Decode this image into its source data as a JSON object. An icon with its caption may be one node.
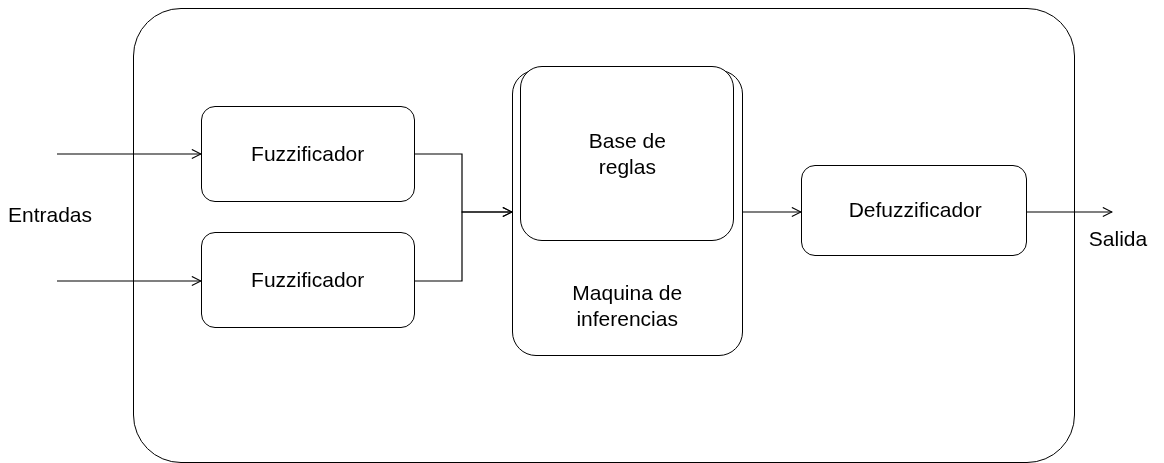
{
  "diagram": {
    "nodes": [
      {
        "text": [],
        "shape": "box"
      },
      {
        "text": [
          "Fuzzificador"
        ],
        "in": 0
      },
      {
        "text": [
          "Fuzzificador"
        ],
        "in": 0
      },
      {
        "text": [
          "Maquina de inferencias"
        ],
        "in": 0
      },
      {
        "text": [
          "Base de reglas"
        ],
        "in": 3
      },
      {
        "text": [
          "Defuzzificador"
        ],
        "in": 0
      },
      {
        "text": [
          "Salida"
        ]
      }
    ],
    "edges": [
      {
        "from": null,
        "to": 1,
        "arrow": "to"
      },
      {
        "from": null,
        "to": 2,
        "arrow": "to"
      },
      {
        "from": 1,
        "to": 3,
        "arrow": "to"
      },
      {
        "from": 2,
        "to": 3,
        "arrow": "to"
      },
      {
        "from": 3,
        "to": 5,
        "arrow": "to"
      },
      {
        "from": 5,
        "to": 6,
        "arrow": "to"
      }
    ],
    "labels": [
      "Entradas"
    ]
  }
}
